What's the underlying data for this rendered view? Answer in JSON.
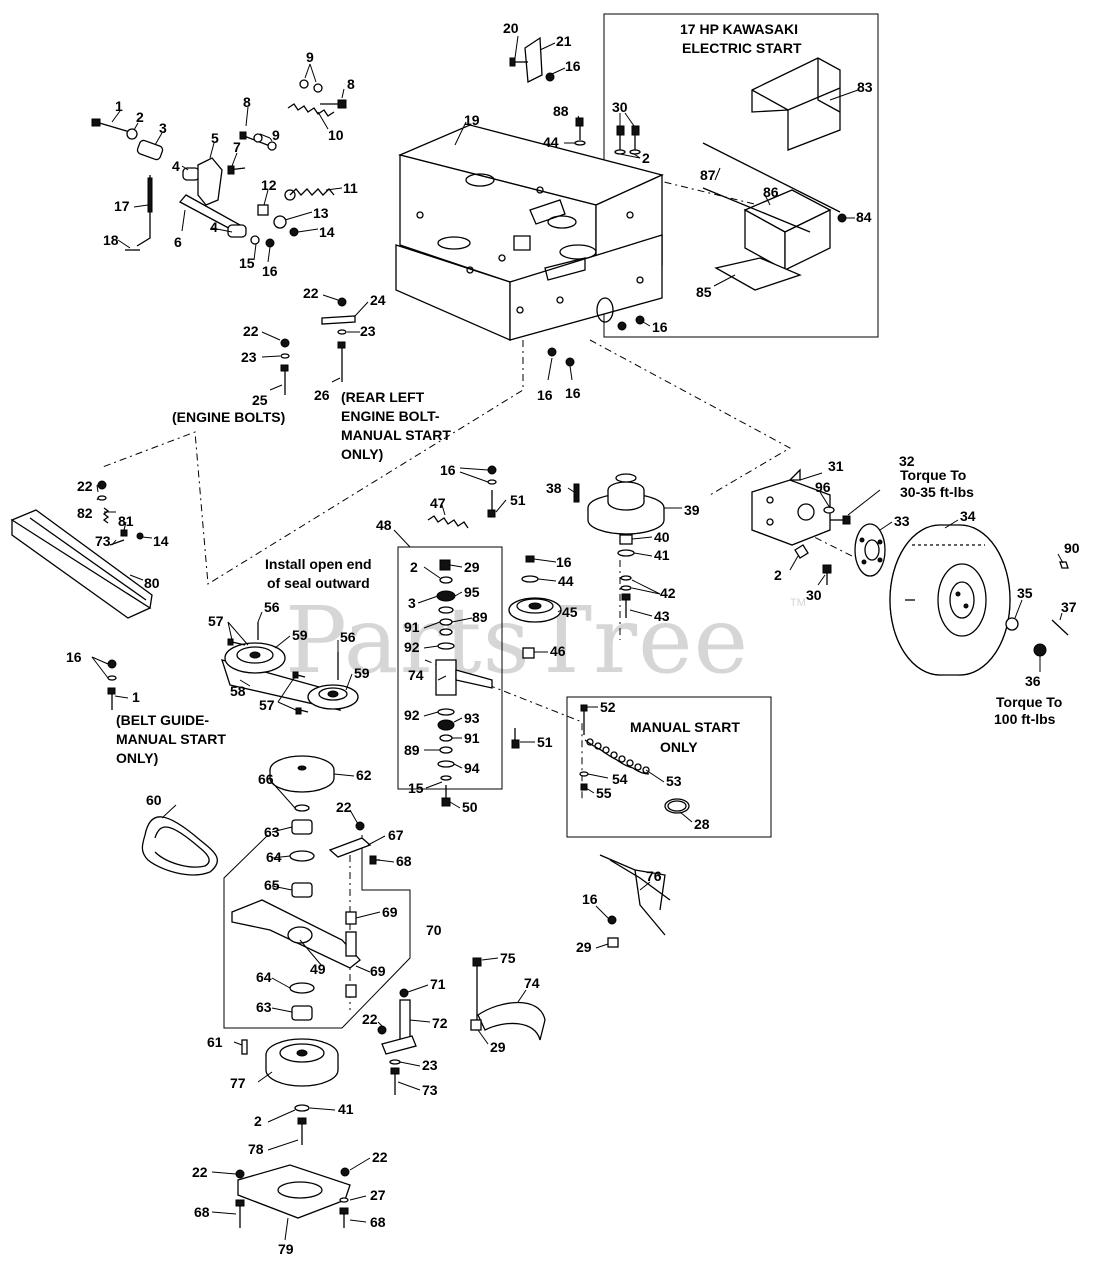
{
  "notes": {
    "kawasaki_title_1": "17 HP KAWASAKI",
    "kawasaki_title_2": "ELECTRIC START",
    "engine_bolts": "(ENGINE BOLTS)",
    "rear_left_1": "(REAR LEFT",
    "rear_left_2": "ENGINE BOLT-",
    "rear_left_3": "MANUAL START",
    "rear_left_4": "ONLY)",
    "install_seal_1": "Install open end",
    "install_seal_2": "of seal outward",
    "belt_guide_1": "(BELT GUIDE-",
    "belt_guide_2": "MANUAL START",
    "belt_guide_3": "ONLY)",
    "manual_start_1": "MANUAL START",
    "manual_start_2": "ONLY",
    "torque_hub_1": "Torque To",
    "torque_hub_2": "30-35 ft-lbs",
    "torque_wheel_1": "Torque To",
    "torque_wheel_2": "100 ft-lbs"
  },
  "watermark": {
    "text": "PartsTree",
    "tm": "TM"
  },
  "callouts": [
    {
      "id": "c1",
      "label": "1"
    },
    {
      "id": "c2",
      "label": "2"
    },
    {
      "id": "c3",
      "label": "3"
    },
    {
      "id": "c4a",
      "label": "4"
    },
    {
      "id": "c4b",
      "label": "4"
    },
    {
      "id": "c5",
      "label": "5"
    },
    {
      "id": "c6",
      "label": "6"
    },
    {
      "id": "c7",
      "label": "7"
    },
    {
      "id": "c8a",
      "label": "8"
    },
    {
      "id": "c8b",
      "label": "8"
    },
    {
      "id": "c9a",
      "label": "9"
    },
    {
      "id": "c9b",
      "label": "9"
    },
    {
      "id": "c10",
      "label": "10"
    },
    {
      "id": "c11",
      "label": "11"
    },
    {
      "id": "c12",
      "label": "12"
    },
    {
      "id": "c13",
      "label": "13"
    },
    {
      "id": "c14a",
      "label": "14"
    },
    {
      "id": "c15a",
      "label": "15"
    },
    {
      "id": "c16a",
      "label": "16"
    },
    {
      "id": "c17",
      "label": "17"
    },
    {
      "id": "c18",
      "label": "18"
    },
    {
      "id": "c19",
      "label": "19"
    },
    {
      "id": "c20",
      "label": "20"
    },
    {
      "id": "c21",
      "label": "21"
    },
    {
      "id": "c16b",
      "label": "16"
    },
    {
      "id": "c88",
      "label": "88"
    },
    {
      "id": "c44a",
      "label": "44"
    },
    {
      "id": "c30a",
      "label": "30"
    },
    {
      "id": "c2b",
      "label": "2"
    },
    {
      "id": "c83",
      "label": "83"
    },
    {
      "id": "c87",
      "label": "87"
    },
    {
      "id": "c86",
      "label": "86"
    },
    {
      "id": "c84",
      "label": "84"
    },
    {
      "id": "c85",
      "label": "85"
    },
    {
      "id": "c16c",
      "label": "16"
    },
    {
      "id": "c22a",
      "label": "22"
    },
    {
      "id": "c24",
      "label": "24"
    },
    {
      "id": "c23a",
      "label": "23"
    },
    {
      "id": "c22b",
      "label": "22"
    },
    {
      "id": "c23b",
      "label": "23"
    },
    {
      "id": "c25",
      "label": "25"
    },
    {
      "id": "c26",
      "label": "26"
    },
    {
      "id": "c16d",
      "label": "16"
    },
    {
      "id": "c16e",
      "label": "16"
    },
    {
      "id": "c22c",
      "label": "22"
    },
    {
      "id": "c82",
      "label": "82"
    },
    {
      "id": "c81",
      "label": "81"
    },
    {
      "id": "c73a",
      "label": "73"
    },
    {
      "id": "c14b",
      "label": "14"
    },
    {
      "id": "c80",
      "label": "80"
    },
    {
      "id": "c16f",
      "label": "16"
    },
    {
      "id": "c47",
      "label": "47"
    },
    {
      "id": "c51a",
      "label": "51"
    },
    {
      "id": "c48",
      "label": "48"
    },
    {
      "id": "c38",
      "label": "38"
    },
    {
      "id": "c39",
      "label": "39"
    },
    {
      "id": "c31",
      "label": "31"
    },
    {
      "id": "c32",
      "label": "32"
    },
    {
      "id": "c96",
      "label": "96"
    },
    {
      "id": "c33",
      "label": "33"
    },
    {
      "id": "c34",
      "label": "34"
    },
    {
      "id": "c2c",
      "label": "2"
    },
    {
      "id": "c30b",
      "label": "30"
    },
    {
      "id": "c90",
      "label": "90"
    },
    {
      "id": "c35",
      "label": "35"
    },
    {
      "id": "c37",
      "label": "37"
    },
    {
      "id": "c36",
      "label": "36"
    },
    {
      "id": "c2d",
      "label": "2"
    },
    {
      "id": "c29a",
      "label": "29"
    },
    {
      "id": "c3b",
      "label": "3"
    },
    {
      "id": "c95",
      "label": "95"
    },
    {
      "id": "c91a",
      "label": "91"
    },
    {
      "id": "c89a",
      "label": "89"
    },
    {
      "id": "c92a",
      "label": "92"
    },
    {
      "id": "c74a",
      "label": "74"
    },
    {
      "id": "c92b",
      "label": "92"
    },
    {
      "id": "c93",
      "label": "93"
    },
    {
      "id": "c91b",
      "label": "91"
    },
    {
      "id": "c89b",
      "label": "89"
    },
    {
      "id": "c94",
      "label": "94"
    },
    {
      "id": "c15b",
      "label": "15"
    },
    {
      "id": "c50",
      "label": "50"
    },
    {
      "id": "c16g",
      "label": "16"
    },
    {
      "id": "c44b",
      "label": "44"
    },
    {
      "id": "c45",
      "label": "45"
    },
    {
      "id": "c46",
      "label": "46"
    },
    {
      "id": "c40",
      "label": "40"
    },
    {
      "id": "c41a",
      "label": "41"
    },
    {
      "id": "c42",
      "label": "42"
    },
    {
      "id": "c43",
      "label": "43"
    },
    {
      "id": "c51b",
      "label": "51"
    },
    {
      "id": "c57a",
      "label": "57"
    },
    {
      "id": "c56a",
      "label": "56"
    },
    {
      "id": "c59a",
      "label": "59"
    },
    {
      "id": "c56b",
      "label": "56"
    },
    {
      "id": "c59b",
      "label": "59"
    },
    {
      "id": "c58",
      "label": "58"
    },
    {
      "id": "c57b",
      "label": "57"
    },
    {
      "id": "c16h",
      "label": "16"
    },
    {
      "id": "c1b",
      "label": "1"
    },
    {
      "id": "c52",
      "label": "52"
    },
    {
      "id": "c53",
      "label": "53"
    },
    {
      "id": "c54",
      "label": "54"
    },
    {
      "id": "c55",
      "label": "55"
    },
    {
      "id": "c28",
      "label": "28"
    },
    {
      "id": "c62",
      "label": "62"
    },
    {
      "id": "c60",
      "label": "60"
    },
    {
      "id": "c66",
      "label": "66"
    },
    {
      "id": "c22d",
      "label": "22"
    },
    {
      "id": "c67",
      "label": "67"
    },
    {
      "id": "c63a",
      "label": "63"
    },
    {
      "id": "c64a",
      "label": "64"
    },
    {
      "id": "c68a",
      "label": "68"
    },
    {
      "id": "c65",
      "label": "65"
    },
    {
      "id": "c69a",
      "label": "69"
    },
    {
      "id": "c70",
      "label": "70"
    },
    {
      "id": "c49",
      "label": "49"
    },
    {
      "id": "c69b",
      "label": "69"
    },
    {
      "id": "c64b",
      "label": "64"
    },
    {
      "id": "c63b",
      "label": "63"
    },
    {
      "id": "c71",
      "label": "71"
    },
    {
      "id": "c72",
      "label": "72"
    },
    {
      "id": "c22e",
      "label": "22"
    },
    {
      "id": "c61",
      "label": "61"
    },
    {
      "id": "c23c",
      "label": "23"
    },
    {
      "id": "c73b",
      "label": "73"
    },
    {
      "id": "c77",
      "label": "77"
    },
    {
      "id": "c2e",
      "label": "2"
    },
    {
      "id": "c41b",
      "label": "41"
    },
    {
      "id": "c78",
      "label": "78"
    },
    {
      "id": "c76",
      "label": "76"
    },
    {
      "id": "c16i",
      "label": "16"
    },
    {
      "id": "c29b",
      "label": "29"
    },
    {
      "id": "c75",
      "label": "75"
    },
    {
      "id": "c74b",
      "label": "74"
    },
    {
      "id": "c29c",
      "label": "29"
    },
    {
      "id": "c22f",
      "label": "22"
    },
    {
      "id": "c22g",
      "label": "22"
    },
    {
      "id": "c27",
      "label": "27"
    },
    {
      "id": "c68b",
      "label": "68"
    },
    {
      "id": "c68c",
      "label": "68"
    },
    {
      "id": "c79",
      "label": "79"
    }
  ]
}
